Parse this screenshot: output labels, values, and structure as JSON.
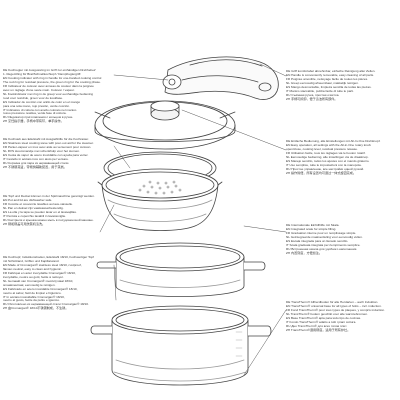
{
  "blocks": [
    {
      "id": "blk-1",
      "lines": [
        "DE  Kochregler mit Ausgussring im Griff zur einhändigen Drehhebel/",
        "      1. Regel-Ring für Brat/Schnellkochtopf / Dampfreglergriff.",
        "EN  Cooking indicator with ring in handle for one-handed cooking control",
        "      The red ring for residual pressure, the green ring for the cooking phase.",
        "FR  Indicateur de cuisson avec anneau de couleur dans la poignée",
        "      avec un réglage d'une seule main. Cuisson / vapeur.",
        "NL  Kookindicator met ring in de greep voor eenhandige bediening",
        "      rood voor restdruk, groen voor de kookfase.",
        "ES  Indicador de cocción con anillo de color en el mango",
        "      para una sola mano, rojo presión, verde cocción.",
        "IT  Indicatore di cottura con anello colorato nel manico",
        "      rosso pressione residua, verde fase di cottura.",
        "RU  Индикатор приготовления с кольцом в ручке.",
        "ZH  烹饪指示器，手柄中带有环，单手操作。"
      ]
    },
    {
      "id": "blk-2",
      "lines": [
        "DE  Kochsieb aus Edelstahl mit Ausgießhilfe für die Kochraster.",
        "EN  Stainless steel cooking sieve with pour-out aid for the steamer.",
        "FR  Panier-vapeur en inox avec aide au versement pour cuisson.",
        "NL  RVS stoommandje met schenkhulp voor het stomen.",
        "ES  Cesta de vapor de acero inoxidable con ayuda para verter.",
        "IT  Cestello in acciaio inox con aiuto per versare.",
        "RU  Корзина для пара из нержавеющей стали.",
        "ZH  不锈钢蒸篮，带倾倒辅助装置，用于蒸煮。"
      ]
    },
    {
      "id": "blk-3",
      "lines": [
        "DE  Topf und Deckel können in der Spülmaschine gereinigt werden.",
        "EN  Pot and lid are dishwasher safe.",
        "FR  Cocotte et couvercle lavables au lave-vaisselle.",
        "NL  Pan en deksel zijn vaatwasserbestendig.",
        "ES  La olla y la tapa se pueden lavar en el lavavajillas.",
        "IT  Pentola e coperchio lavabili in lavastoviglie.",
        "RU  Кастрюля и крышка можно мыть в посудомоечной машине.",
        "ZH  锅和锅盖可用洗碗机清洗。"
      ]
    },
    {
      "id": "blk-4",
      "lines": [
        "DE  Kochtopf, Induktionsboden, Edelstahl 18/10, hochwertiger Topf",
        "      mit Schüttrand, Griffen und Kapillarwand.",
        "EN  Made of Cromargan® stainless steel 18/10, rustproof,",
        "      flavour-neutral, easy to clean and hygienic.",
        "FR  Fabriqué en acier inoxydable Cromargan® 18/10,",
        "      inoxydable, neutre au goût, facile à nettoyer.",
        "NL  Gemaakt van Cromargan® roestvrij staal 18/10,",
        "      smaakneutraal, eenvoudig te reinigen.",
        "ES  Fabricado en acero inoxidable Cromargan® 18/10,",
        "      neutro al sabor, fácil de limpiar e higiénico.",
        "IT  In acciaio inossidabile Cromargan® 18/10,",
        "      neutro al gusto, facile da pulire e igienico.",
        "RU  Изготовлено из нержавеющей стали Cromargan® 18/10.",
        "ZH  由Cromargan® 18/10不锈钢制成，不生锈。"
      ]
    },
    {
      "id": "blk-5",
      "lines": [
        "DE  Griff komfortabel abnehmbar, einfache Reinigung aller Zellen.",
        "EN  Handle is conveniently removable, easy cleaning of all parts.",
        "FR  Poignée amovible, nettoyage facile de toutes les pièces.",
        "NL  Greep eenvoudig afneembaar, makkelijk reinigen.",
        "ES  Mango desmontable, limpieza sencilla de todas las piezas.",
        "IT  Manico staccabile, pulizia facile di tutte le parti.",
        "RU  Съёмная ручка, простая очистка.",
        "ZH  手柄可拆卸，便于清洁所有部件。"
      ]
    },
    {
      "id": "blk-6",
      "lines": [
        "DE  Einfache Bedienung, alle Einstellungen mit All-In-One Drehknopf.",
        "EN  Easy operation, all settings with the All-in-One rotary knob:",
        "      open/close, cooking level, residual pressure release.",
        "FR  Utilisation facile, tous les réglages via le bouton rotatif.",
        "NL  Eenvoudige bediening, alle instellingen via de draaiknop.",
        "ES  Manejo sencillo, todos los ajustes con el mando giratorio.",
        "IT  Uso semplice, tutte le impostazioni con la manopola.",
        "RU  Простое управление, все настройки одной ручкой.",
        "ZH  操作简便，所有设置均可通过一体式旋钮完成。"
      ]
    },
    {
      "id": "blk-7",
      "lines": [
        "DE  Internationale Einfüllhilfe mit Skala.",
        "EN  Integrated scale for simple filling.",
        "FR  Graduation interne pour un remplissage simple.",
        "NL  Geïntegreerde maatverdeling voor eenvoudig vullen.",
        "ES  Escala integrada para un llenado sencillo.",
        "IT  Scala graduata integrata per riempimento semplice.",
        "RU  Встроенная шкала для удобного наполнения.",
        "ZH  内置刻度，方便加注。"
      ]
    },
    {
      "id": "blk-8",
      "lines": [
        "DE  TransTherm® Allherdboden für alle Herdarten – auch Induktion.",
        "EN  TransTherm® universal base for all types of hobs – incl. induction.",
        "FR  Fond TransTherm® pour tous types de plaques, y compris induction.",
        "NL  TransTherm® bodem geschikt voor alle warmtebronnen.",
        "ES  Base TransTherm® apta para todo tipo de cocinas.",
        "IT  Fondo TransTherm® adatto a tutti i piani cottura.",
        "RU  Дно TransTherm® для всех типов плит.",
        "ZH  TransTherm®通用锅底，适用于所有炉灶。"
      ]
    }
  ]
}
